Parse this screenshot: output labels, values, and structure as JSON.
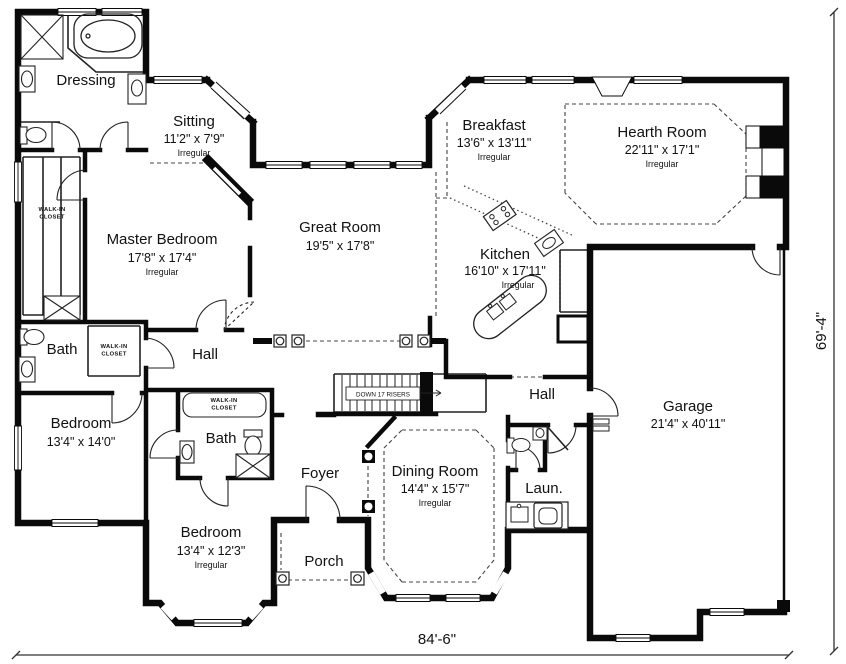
{
  "rooms": [
    {
      "name": "Dressing"
    },
    {
      "name": "Sitting",
      "dims": "11'2\" x 7'9\"",
      "note": "Irregular"
    },
    {
      "name": "Breakfast",
      "dims": "13'6\" x 13'11\"",
      "note": "Irregular"
    },
    {
      "name": "Hearth Room",
      "dims": "22'11\" x 17'1\"",
      "note": "Irregular"
    },
    {
      "name": "Master Bedroom",
      "dims": "17'8\" x 17'4\"",
      "note": "Irregular"
    },
    {
      "name": "Great Room",
      "dims": "19'5\" x 17'8\""
    },
    {
      "name": "Kitchen",
      "dims": "16'10\" x 17'11\"",
      "note": "Irregular"
    },
    {
      "name": "Bath"
    },
    {
      "name": "Hall"
    },
    {
      "name": "Bedroom",
      "dims": "13'4\" x 14'0\""
    },
    {
      "name": "Bath"
    },
    {
      "name": "Hall"
    },
    {
      "name": "Garage",
      "dims": "21'4\" x 40'11\""
    },
    {
      "name": "Foyer"
    },
    {
      "name": "Dining Room",
      "dims": "14'4\" x 15'7\"",
      "note": "Irregular"
    },
    {
      "name": "Laun."
    },
    {
      "name": "Bedroom",
      "dims": "13'4\" x 12'3\"",
      "note": "Irregular"
    },
    {
      "name": "Porch"
    }
  ],
  "labels": {
    "walk_in_closet_line1": "WALK-IN",
    "walk_in_closet_line2": "CLOSET",
    "stairs": "DOWN 17 RISERS"
  },
  "dimensions": {
    "width": "84'-6\"",
    "height": "69'-4\""
  },
  "colors": {
    "wall": "#0a0a0a",
    "text": "#111111",
    "dash": "#444444"
  }
}
